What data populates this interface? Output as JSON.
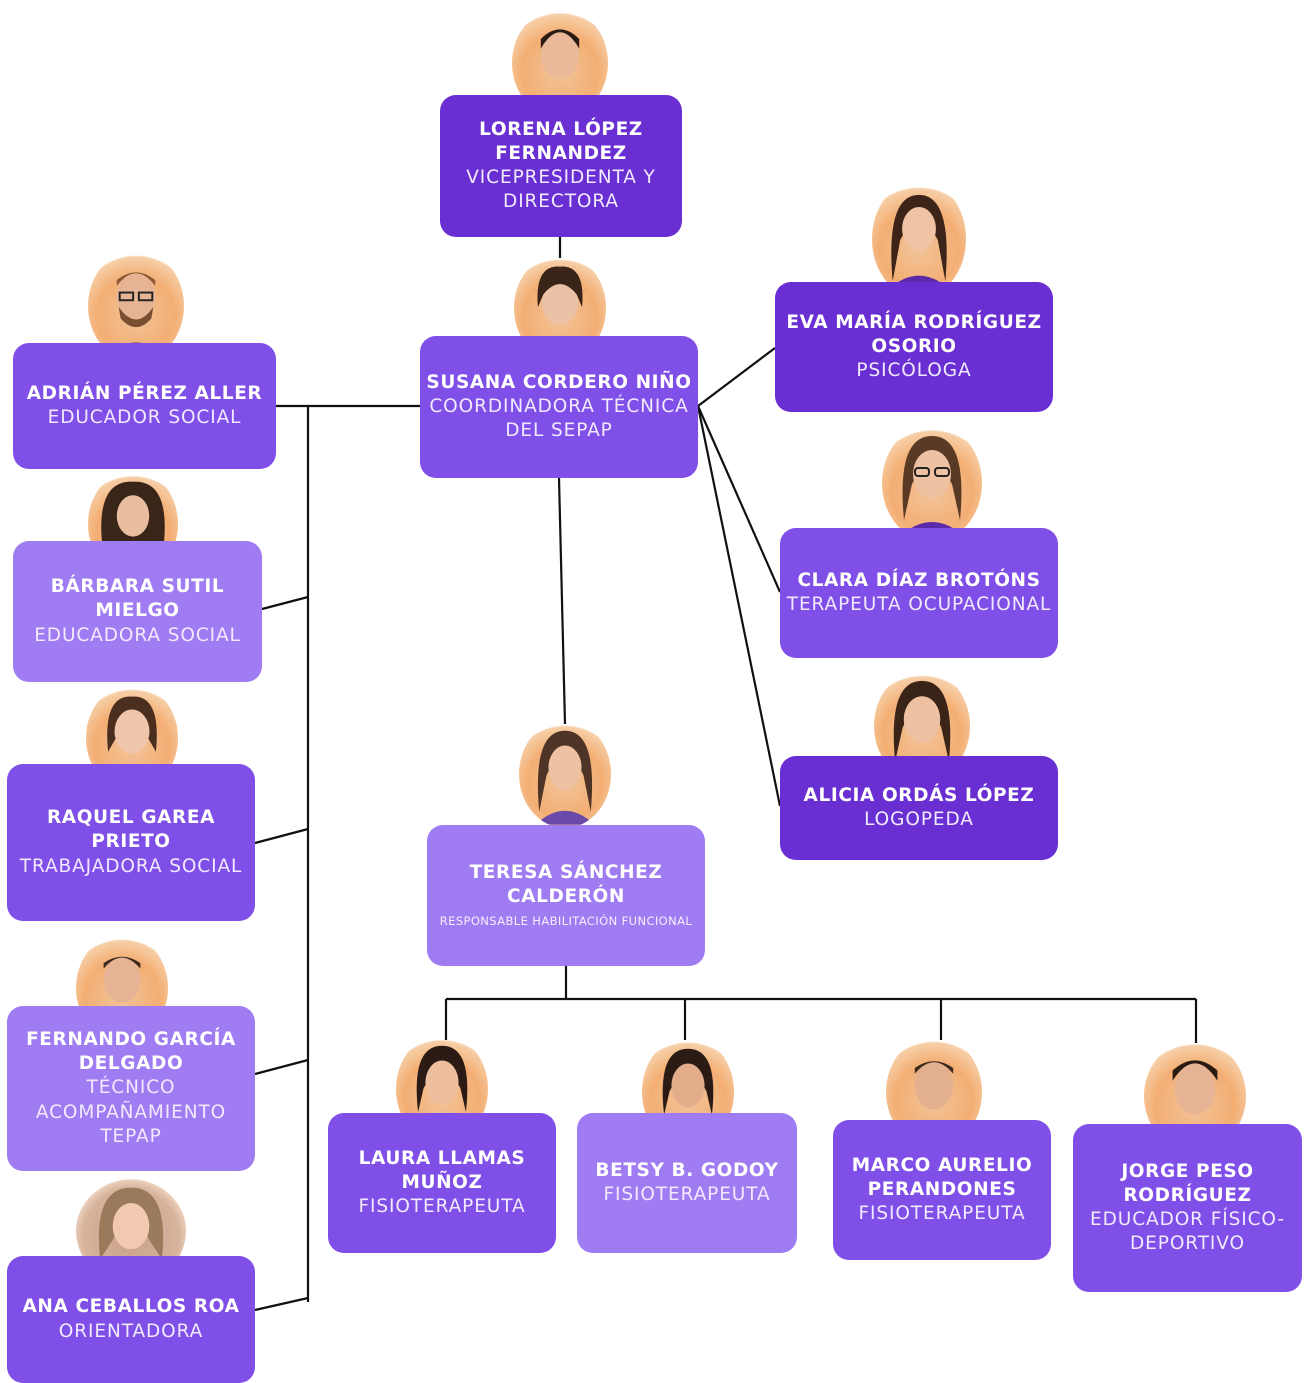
{
  "colors": {
    "dark": "#6a2fd3",
    "mid": "#7f4fe8",
    "light": "#a07cf2",
    "connector": "#111111",
    "halo": "#f3ae73"
  },
  "people": [
    {
      "id": "lorena",
      "name": "LORENA LÓPEZ FERNANDEZ",
      "role": "VICEPRESIDENTA Y DIRECTORA",
      "avatar_icon": "person-photo-icon"
    },
    {
      "id": "susana",
      "name": "SUSANA CORDERO NIÑO",
      "role": "COORDINADORA TÉCNICA DEL SEPAP",
      "avatar_icon": "person-photo-icon"
    },
    {
      "id": "adrian",
      "name": "ADRIÁN PÉREZ ALLER",
      "role": "EDUCADOR SOCIAL",
      "avatar_icon": "person-photo-icon"
    },
    {
      "id": "barbara",
      "name": "BÁRBARA SUTIL MIELGO",
      "role": "EDUCADORA SOCIAL",
      "avatar_icon": "person-photo-icon"
    },
    {
      "id": "raquel",
      "name": "RAQUEL GAREA PRIETO",
      "role": "TRABAJADORA SOCIAL",
      "avatar_icon": "person-photo-icon"
    },
    {
      "id": "fernando",
      "name": "FERNANDO GARCÍA DELGADO",
      "role": "TÉCNICO ACOMPAÑAMIENTO TEPAP",
      "avatar_icon": "person-photo-icon"
    },
    {
      "id": "ana",
      "name": "ANA CEBALLOS ROA",
      "role": "ORIENTADORA",
      "avatar_icon": "person-photo-icon"
    },
    {
      "id": "eva",
      "name": "EVA MARÍA RODRÍGUEZ OSORIO",
      "role": "PSICÓLOGA",
      "avatar_icon": "person-photo-icon"
    },
    {
      "id": "clara",
      "name": "CLARA DÍAZ BROTÓNS",
      "role": "TERAPEUTA OCUPACIONAL",
      "avatar_icon": "person-photo-icon"
    },
    {
      "id": "alicia",
      "name": "ALICIA ORDÁS LÓPEZ",
      "role": "LOGOPEDA",
      "avatar_icon": "person-photo-icon"
    },
    {
      "id": "teresa",
      "name": "TERESA SÁNCHEZ CALDERÓN",
      "role": "RESPONSABLE HABILITACIÓN FUNCIONAL",
      "avatar_icon": "person-photo-icon"
    },
    {
      "id": "laura",
      "name": "LAURA LLAMAS MUÑOZ",
      "role": "FISIOTERAPEUTA",
      "avatar_icon": "person-photo-icon"
    },
    {
      "id": "betsy",
      "name": "BETSY B. GODOY",
      "role": "FISIOTERAPEUTA",
      "avatar_icon": "person-photo-icon"
    },
    {
      "id": "marco",
      "name": "MARCO AURELIO PERANDONES",
      "role": "FISIOTERAPEUTA",
      "avatar_icon": "person-photo-icon"
    },
    {
      "id": "jorge",
      "name": "JORGE PESO RODRÍGUEZ",
      "role": "EDUCADOR FÍSICO-DEPORTIVO",
      "avatar_icon": "person-photo-icon"
    }
  ]
}
